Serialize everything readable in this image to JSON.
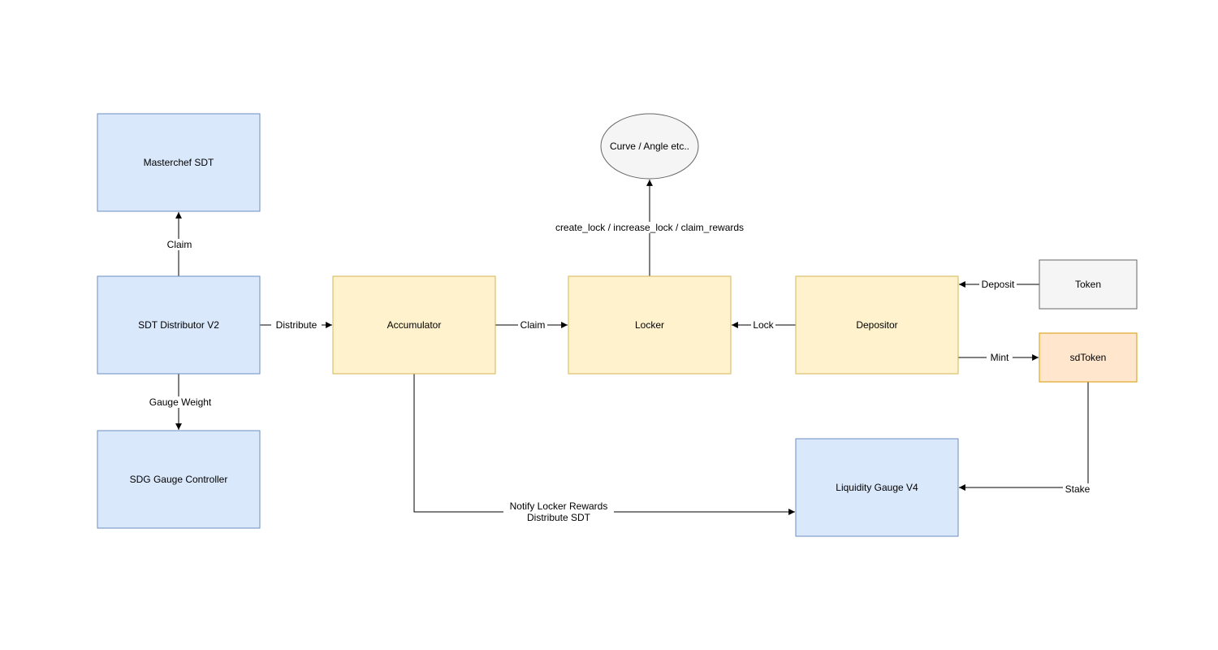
{
  "diagram": {
    "colors": {
      "background": "#ffffff",
      "blue_fill": "#dae8fc",
      "blue_stroke": "#6c8ebf",
      "yellow_fill": "#fff2cc",
      "yellow_stroke": "#d6b656",
      "orange_fill": "#ffe6cc",
      "orange_stroke": "#d79b00",
      "gray_fill": "#f5f5f5",
      "gray_stroke": "#666666",
      "edge_stroke": "#000000",
      "text": "#000000"
    },
    "nodes": {
      "masterchef_sdt": {
        "label": "Masterchef SDT"
      },
      "sdt_distributor_v2": {
        "label": "SDT Distributor V2"
      },
      "sdg_gauge_controller": {
        "label": "SDG Gauge Controller"
      },
      "accumulator": {
        "label": "Accumulator"
      },
      "locker": {
        "label": "Locker"
      },
      "depositor": {
        "label": "Depositor"
      },
      "token": {
        "label": "Token"
      },
      "sd_token": {
        "label": "sdToken"
      },
      "liquidity_gauge_v4": {
        "label": "Liquidity Gauge V4"
      },
      "curve_angle": {
        "label": "Curve / Angle etc.."
      }
    },
    "edges": {
      "claim_to_masterchef": {
        "label": "Claim"
      },
      "gauge_weight": {
        "label": "Gauge Weight"
      },
      "distribute": {
        "label": "Distribute"
      },
      "claim_to_locker": {
        "label": "Claim"
      },
      "lock": {
        "label": "Lock"
      },
      "deposit": {
        "label": "Deposit"
      },
      "mint": {
        "label": "Mint"
      },
      "create_lock": {
        "label": "create_lock / increase_lock / claim_rewards"
      },
      "notify_rewards": {
        "line1": "Notify Locker Rewards",
        "line2": "Distribute SDT"
      },
      "stake": {
        "label": "Stake"
      }
    }
  }
}
